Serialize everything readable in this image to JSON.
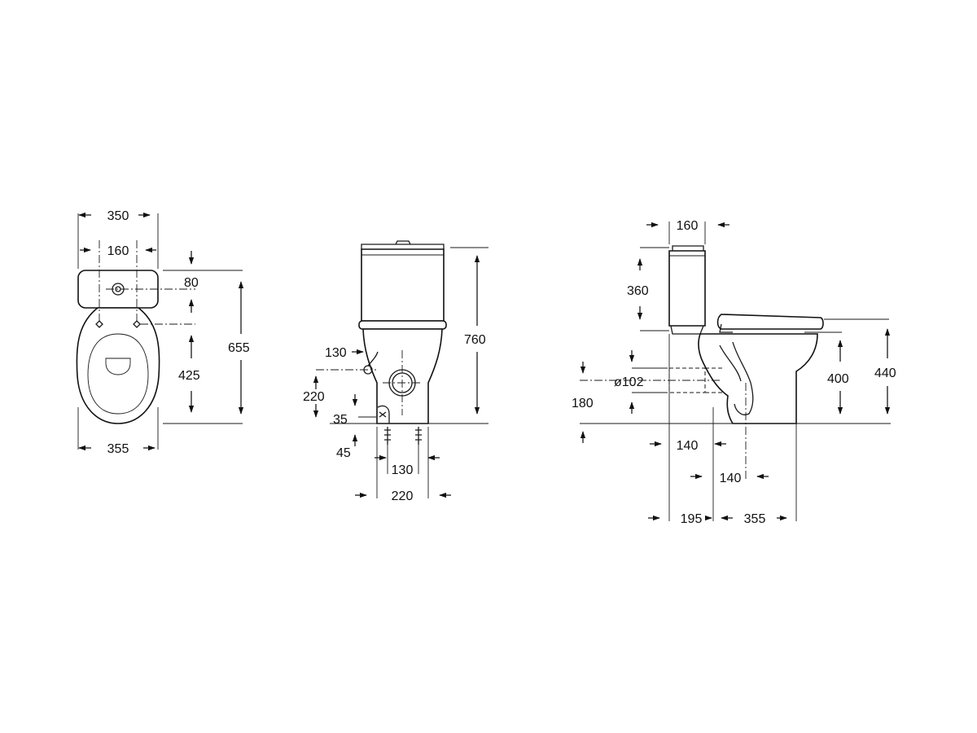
{
  "drawing": {
    "top_view": {
      "overall_width": "350",
      "fixing_spacing": "160",
      "tank_offset": "80",
      "fixing_depth": "425",
      "overall_depth": "655",
      "bowl_width": "355"
    },
    "front_view": {
      "inlet_offset": "130",
      "inlet_height": "220",
      "total_height": "760",
      "base_height": "35",
      "base_offset": "45",
      "fixing_spacing": "130",
      "base_width": "220"
    },
    "side_view": {
      "tank_width": "160",
      "tank_height": "360",
      "outlet_diameter": "ø102",
      "outlet_height": "180",
      "bowl_height": "400",
      "seat_height": "440",
      "outlet_length": "140",
      "outlet_centre": "140",
      "wall_offset": "195",
      "bowl_length": "355"
    }
  },
  "colors": {
    "line": "#1a1a1a",
    "background": "#ffffff"
  }
}
